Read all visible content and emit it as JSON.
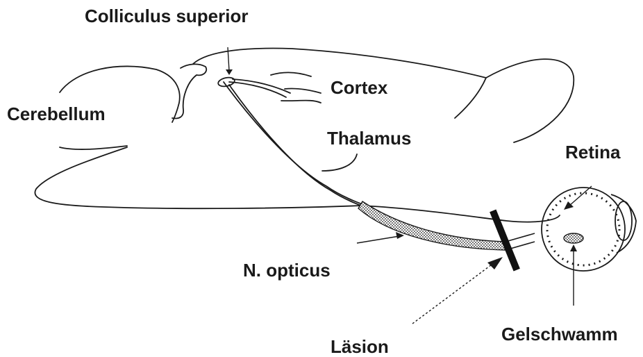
{
  "labels": {
    "colliculus_superior": "Colliculus superior",
    "cortex": "Cortex",
    "cerebellum": "Cerebellum",
    "thalamus": "Thalamus",
    "retina": "Retina",
    "n_opticus": "N. opticus",
    "gelschwamm": "Gelschwamm",
    "laesion": "Läsion"
  },
  "colors": {
    "ink": "#1a1a1a",
    "background": "#ffffff"
  }
}
